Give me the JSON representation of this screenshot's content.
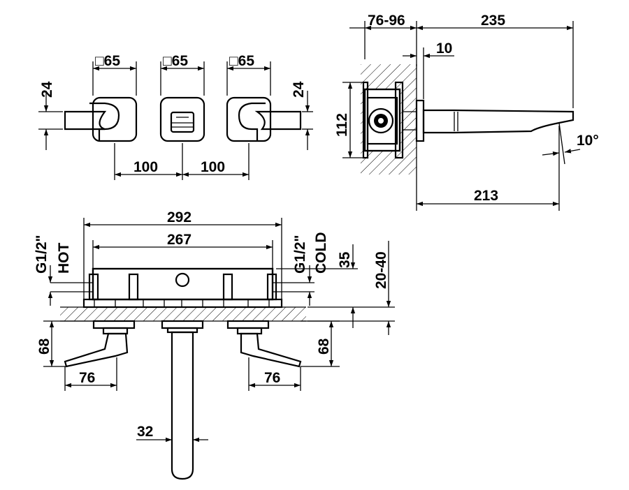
{
  "front_view": {
    "sq_labels": [
      "□65",
      "□65",
      "□65"
    ],
    "handle_offset_left": "24",
    "handle_offset_right": "24",
    "spacing_left": "100",
    "spacing_right": "100"
  },
  "side_view": {
    "wall_thickness": "76-96",
    "projection": "235",
    "plate_depth": "10",
    "body_height": "112",
    "angle": "10°",
    "spout_length": "213"
  },
  "plan_view": {
    "overall_width": "292",
    "body_width": "267",
    "hot_thread": "G1/2\"",
    "hot_label": "HOT",
    "cold_thread": "G1/2\"",
    "cold_label": "COLD",
    "depth": "35",
    "wall_range": "20-40",
    "handle_height_left": "68",
    "handle_height_right": "68",
    "handle_length_left": "76",
    "handle_length_right": "76",
    "spout_diameter": "32"
  }
}
